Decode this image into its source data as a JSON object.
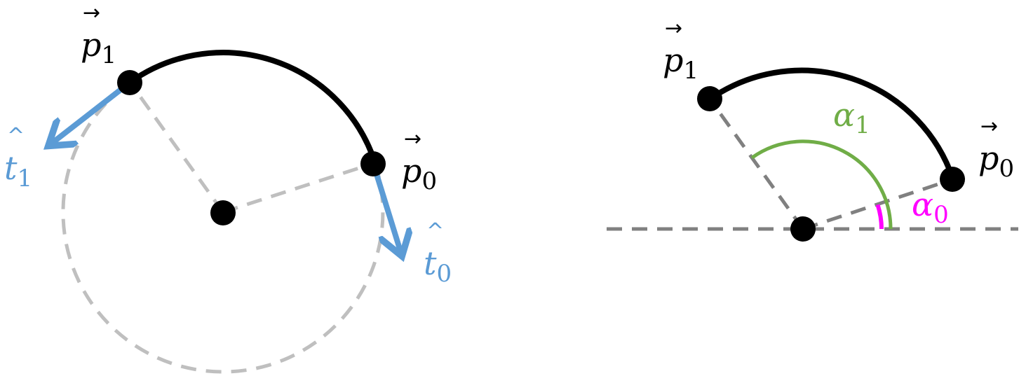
{
  "colors": {
    "arc": "#000000",
    "construction": "#bfbfbf",
    "construction_dark": "#808080",
    "tangent": "#5b9bd5",
    "alpha1": "#70ad47",
    "alpha0": "#ff00ff"
  },
  "left_diagram": {
    "labels": {
      "p1": {
        "symbol": "p",
        "accent": "→",
        "subscript": "1"
      },
      "p0": {
        "symbol": "p",
        "accent": "→",
        "subscript": "0"
      },
      "t1": {
        "symbol": "t",
        "accent": "^",
        "subscript": "1"
      },
      "t0": {
        "symbol": "t",
        "accent": "^",
        "subscript": "0"
      }
    }
  },
  "right_diagram": {
    "labels": {
      "p1": {
        "symbol": "p",
        "accent": "→",
        "subscript": "1"
      },
      "p0": {
        "symbol": "p",
        "accent": "→",
        "subscript": "0"
      },
      "alpha1": {
        "symbol": "α",
        "subscript": "1"
      },
      "alpha0": {
        "symbol": "α",
        "subscript": "0"
      }
    }
  }
}
